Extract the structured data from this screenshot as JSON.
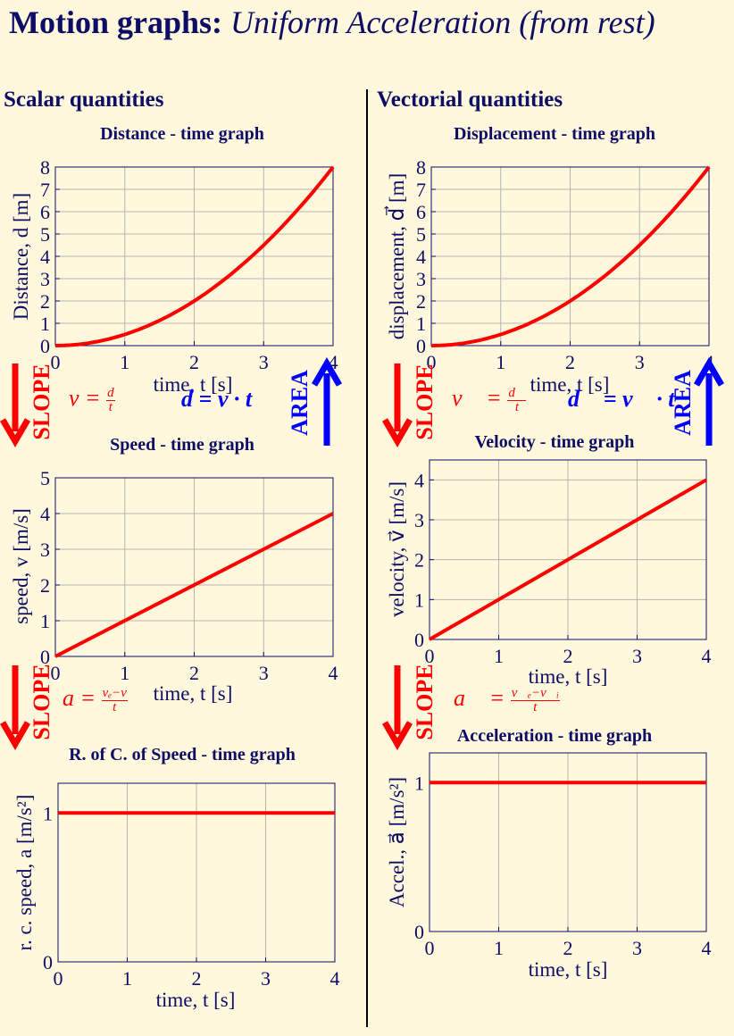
{
  "title": {
    "bold": "Motion graphs:",
    "italic": "Uniform Acceleration (from rest)"
  },
  "columns": {
    "left": "Scalar quantities",
    "right": "Vectorial quantities"
  },
  "colors": {
    "curve": "#ff0000",
    "slope": "#ff0000",
    "area": "#0000ff",
    "text": "#0d0d66",
    "grid": "#b4b4b4",
    "background": "#fff8dc"
  },
  "annotations": {
    "slope_label": "SLOPE",
    "area_label": "AREA",
    "v_lhs": "v",
    "v_num": "d",
    "v_den": "t",
    "d_area": "d = v · t",
    "a_lhs": "a",
    "a_num": "vₑ−v",
    "a_den": "t",
    "vv_lhs": "v⃗",
    "vv_num": "d⃗",
    "vv_den": "t",
    "dv_area": "d⃗ = v⃗ · t",
    "av_lhs": "a⃗",
    "av_num": "v⃗ₑ−v⃗ᵢ",
    "av_den": "t"
  },
  "chart_data": [
    {
      "id": "distance",
      "type": "line",
      "title": "Distance - time graph",
      "xlabel": "time, t [s]",
      "ylabel": "Distance, d [m]",
      "xlim": [
        0,
        4
      ],
      "ylim": [
        0,
        8
      ],
      "xticks": [
        0,
        1,
        2,
        3,
        4
      ],
      "yticks": [
        0,
        1,
        2,
        3,
        4,
        5,
        6,
        7,
        8
      ],
      "grid": true,
      "x": [
        0,
        0.5,
        1,
        1.5,
        2,
        2.5,
        3,
        3.5,
        4
      ],
      "y": [
        0,
        0.125,
        0.5,
        1.125,
        2,
        3.125,
        4.5,
        6.125,
        8
      ]
    },
    {
      "id": "displacement",
      "type": "line",
      "title": "Displacement - time graph",
      "xlabel": "time, t [s]",
      "ylabel": "displacement, d⃗ [m]",
      "xlim": [
        0,
        4
      ],
      "ylim": [
        0,
        8
      ],
      "xticks": [
        0,
        1,
        2,
        3,
        4
      ],
      "yticks": [
        0,
        1,
        2,
        3,
        4,
        5,
        6,
        7,
        8
      ],
      "grid": true,
      "x": [
        0,
        0.5,
        1,
        1.5,
        2,
        2.5,
        3,
        3.5,
        4
      ],
      "y": [
        0,
        0.125,
        0.5,
        1.125,
        2,
        3.125,
        4.5,
        6.125,
        8
      ]
    },
    {
      "id": "speed",
      "type": "line",
      "title": "Speed - time graph",
      "xlabel": "time, t [s]",
      "ylabel": "speed, v [m/s]",
      "xlim": [
        0,
        4
      ],
      "ylim": [
        0,
        5
      ],
      "xticks": [
        0,
        1,
        2,
        3,
        4
      ],
      "yticks": [
        0,
        1,
        2,
        3,
        4,
        5
      ],
      "grid": true,
      "x": [
        0,
        4
      ],
      "y": [
        0,
        4
      ]
    },
    {
      "id": "velocity",
      "type": "line",
      "title": "Velocity - time graph",
      "xlabel": "time, t [s]",
      "ylabel": "velocity, v⃗ [m/s]",
      "xlim": [
        0,
        4
      ],
      "ylim": [
        0,
        4.5
      ],
      "xticks": [
        0,
        1,
        2,
        3,
        4
      ],
      "yticks": [
        0,
        1,
        2,
        3,
        4
      ],
      "grid": true,
      "x": [
        0,
        4
      ],
      "y": [
        0,
        4
      ]
    },
    {
      "id": "rcspeed",
      "type": "line",
      "title": "R. of C. of Speed - time graph",
      "xlabel": "time, t [s]",
      "ylabel": "r. c. speed, a [m/s²]",
      "xlim": [
        0,
        4
      ],
      "ylim": [
        0,
        1.2
      ],
      "xticks": [
        0,
        1,
        2,
        3,
        4
      ],
      "yticks": [
        0,
        1
      ],
      "grid": true,
      "x": [
        0,
        4
      ],
      "y": [
        1,
        1
      ]
    },
    {
      "id": "accel",
      "type": "line",
      "title": "Acceleration - time graph",
      "xlabel": "time, t [s]",
      "ylabel": "Accel., a⃗ [m/s²]",
      "xlim": [
        0,
        4
      ],
      "ylim": [
        0,
        1.2
      ],
      "xticks": [
        0,
        1,
        2,
        3,
        4
      ],
      "yticks": [
        0,
        1
      ],
      "grid": true,
      "x": [
        0,
        4
      ],
      "y": [
        1,
        1
      ]
    }
  ]
}
